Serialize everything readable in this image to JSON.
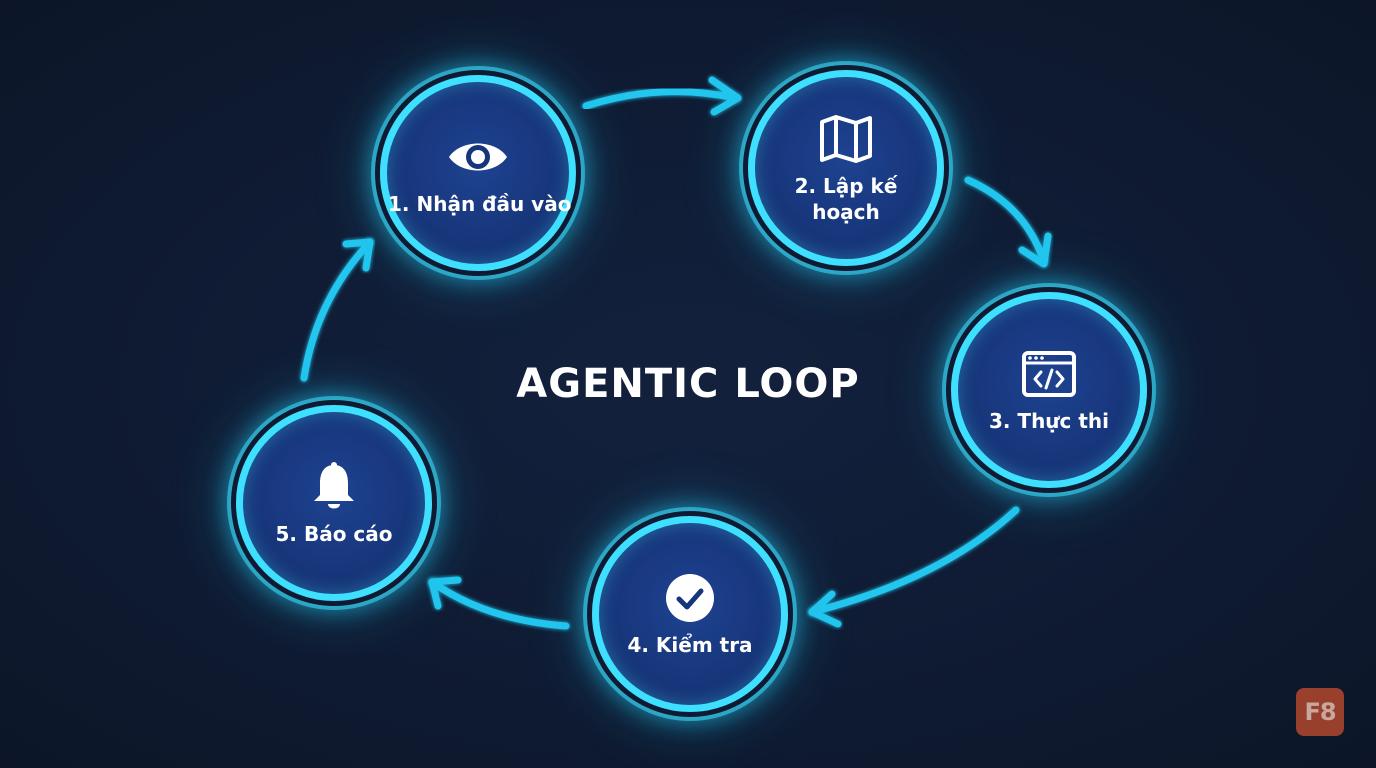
{
  "title": "AGENTIC LOOP",
  "steps": [
    {
      "label": "1. Nhận đầu vào",
      "icon": "eye-icon"
    },
    {
      "label": "2. Lập kế hoạch",
      "icon": "map-icon"
    },
    {
      "label": "3. Thực thi",
      "icon": "code-window-icon"
    },
    {
      "label": "4. Kiểm tra",
      "icon": "check-circle-icon"
    },
    {
      "label": "5. Báo cáo",
      "icon": "bell-icon"
    }
  ],
  "logo": {
    "text": "F8"
  },
  "colors": {
    "background": "#0f1b33",
    "node_fill": "#17357a",
    "accent_glow": "#3fe0ff",
    "arrow": "#22c6ee",
    "text": "#ffffff",
    "logo": "#b84a2e"
  }
}
